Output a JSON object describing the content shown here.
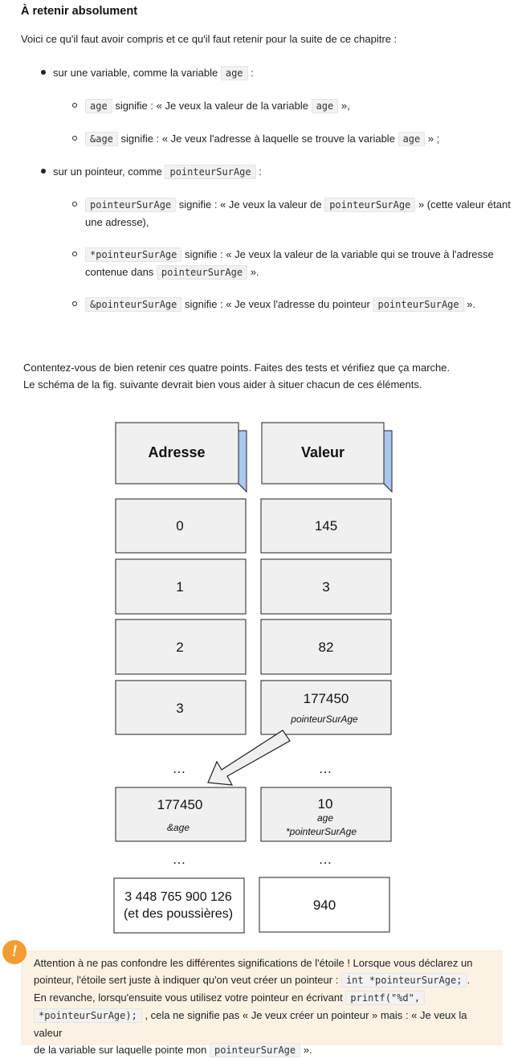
{
  "heading": "À retenir absolument",
  "intro": "Voici ce qu'il faut avoir compris et ce qu'il faut retenir pour la suite de ce chapitre :",
  "bullets": {
    "b1": {
      "prefix": "sur une variable, comme la variable",
      "code": "age",
      "suffix": ":"
    },
    "b1a": {
      "code": "age",
      "text": "signifie : « Je veux la valeur de la variable",
      "code2": "age",
      "suffix": "»,"
    },
    "b1b": {
      "code": "&age",
      "text": "signifie : « Je veux l'adresse à laquelle se trouve la variable",
      "code2": "age",
      "suffix": "» ;"
    },
    "b2": {
      "prefix": "sur un pointeur, comme",
      "code": "pointeurSurAge",
      "suffix": ":"
    },
    "b2a": {
      "code": "pointeurSurAge",
      "text": "signifie : « Je veux la valeur de",
      "code2": "pointeurSurAge",
      "suffix": "» (cette valeur étant",
      "line2": "une adresse),"
    },
    "b2b": {
      "code": "*pointeurSurAge",
      "text": "signifie : « Je veux la valeur de la variable qui se trouve à l'adresse",
      "line2": "contenue dans",
      "code2": "pointeurSurAge",
      "suffix": "»."
    },
    "b2c": {
      "code": "&pointeurSurAge",
      "text": "signifie : « Je veux l'adresse du pointeur",
      "code2": "pointeurSurAge",
      "suffix": "»."
    }
  },
  "para1": "Contentez-vous de bien retenir ces quatre points. Faites des tests et vérifiez que ça marche.",
  "para2": "Le schéma de la fig. suivante devrait bien vous aider à situer chacun de ces éléments.",
  "diagram": {
    "header_address": "Adresse",
    "header_value": "Valeur",
    "rows": [
      {
        "address": "0",
        "value": "145"
      },
      {
        "address": "1",
        "value": "3"
      },
      {
        "address": "2",
        "value": "82"
      },
      {
        "address": "3",
        "value": "177450",
        "value_label": "pointeurSurAge"
      }
    ],
    "ellipsis": "…",
    "target": {
      "address": "177450",
      "address_label": "&age",
      "value": "10",
      "value_label1": "age",
      "value_label2": "*pointeurSurAge"
    },
    "last": {
      "address_line1": "3 448 765 900 126",
      "address_line2": "(et des poussières)",
      "value": "940"
    }
  },
  "note": {
    "icon": "!",
    "t1": "Attention à ne pas confondre les différentes significations de l'étoile ! Lorsque vous déclarez un",
    "t2": "pointeur, l'étoile sert juste à indiquer qu'on veut créer un pointeur :",
    "c1": "int *pointeurSurAge;",
    "t2b": ".",
    "t3": "En revanche, lorsqu'ensuite vous utilisez votre pointeur en écrivant",
    "c2a": "printf(\"%d\",",
    "c2b": "*pointeurSurAge);",
    "t4": ", cela ne signifie pas « Je veux créer un pointeur » mais : « Je veux la valeur",
    "t5": "de la variable sur laquelle pointe mon",
    "c3": "pointeurSurAge",
    "t5b": "»."
  }
}
